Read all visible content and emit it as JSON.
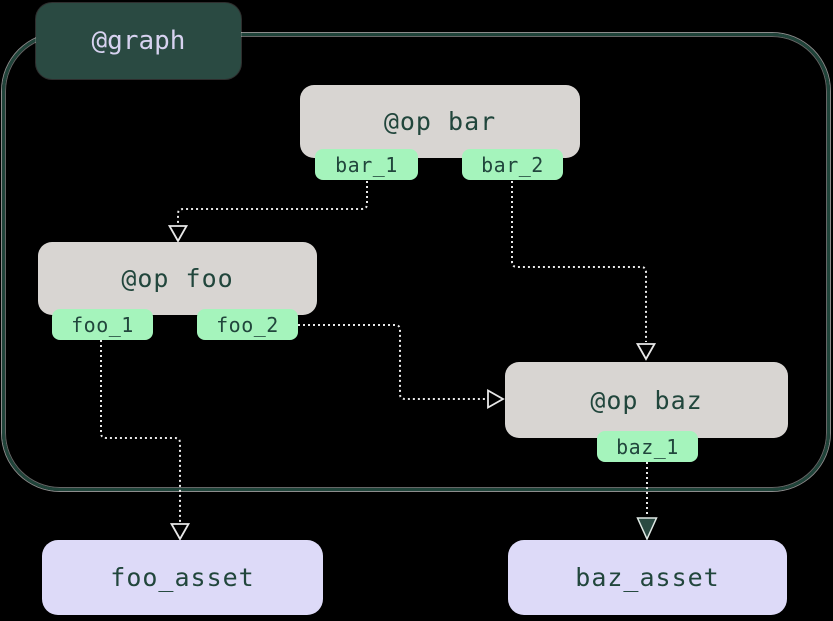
{
  "colors": {
    "background": "#000000",
    "graph_border": "#20443a",
    "graph_label_bg": "#2a4a42",
    "graph_label_text": "#d7d2f0",
    "op_bg": "#d8d5d2",
    "dark_teal_text": "#21463c",
    "tag_bg": "#a5f4bc",
    "asset_bg": "#dddaf8",
    "edge_color": "#e8e8e8",
    "arrow_filled": "#2a4a42"
  },
  "graph": {
    "label": "@graph"
  },
  "ops": [
    {
      "id": "bar",
      "label": "@op bar",
      "outputs": [
        "bar_1",
        "bar_2"
      ]
    },
    {
      "id": "foo",
      "label": "@op foo",
      "outputs": [
        "foo_1",
        "foo_2"
      ]
    },
    {
      "id": "baz",
      "label": "@op baz",
      "outputs": [
        "baz_1"
      ]
    }
  ],
  "assets": [
    {
      "id": "foo_asset",
      "label": "foo_asset"
    },
    {
      "id": "baz_asset",
      "label": "baz_asset"
    }
  ],
  "edges": [
    {
      "from": "bar.bar_1",
      "to": "op foo",
      "arrow": "open"
    },
    {
      "from": "bar.bar_2",
      "to": "op baz",
      "arrow": "open"
    },
    {
      "from": "foo.foo_2",
      "to": "op baz",
      "arrow": "open"
    },
    {
      "from": "foo.foo_1",
      "to": "foo_asset",
      "arrow": "open"
    },
    {
      "from": "baz.baz_1",
      "to": "baz_asset",
      "arrow": "filled"
    }
  ]
}
